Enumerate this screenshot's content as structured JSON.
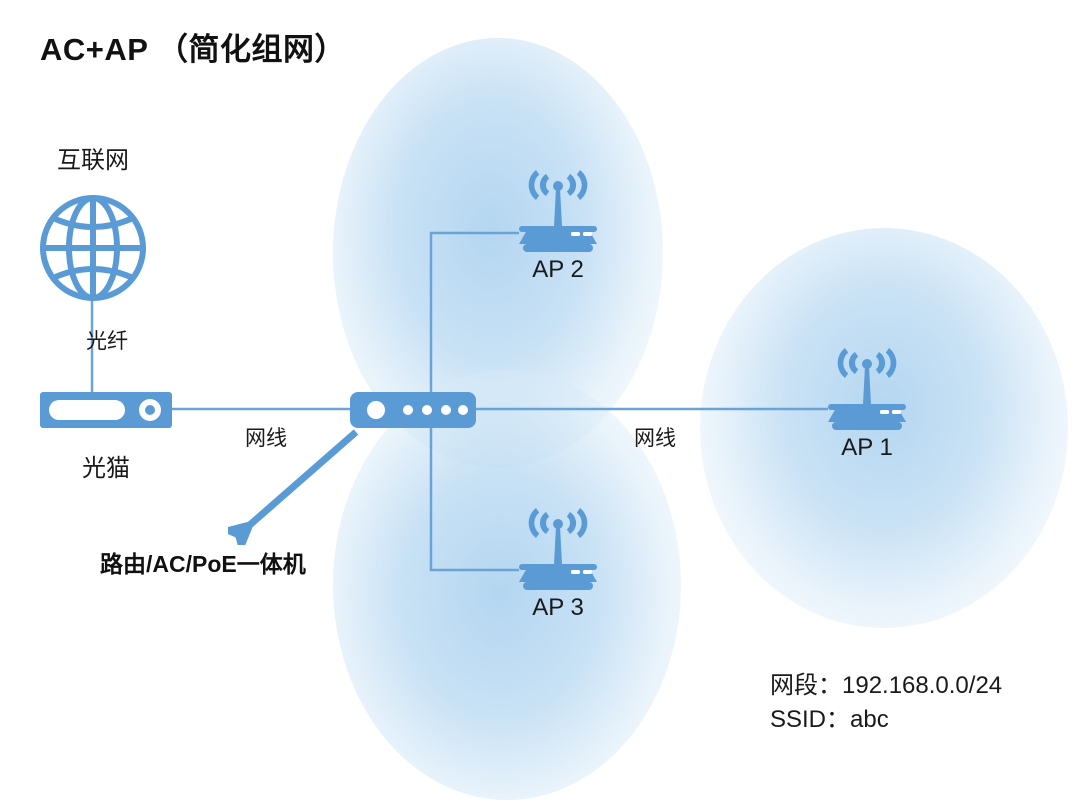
{
  "title": "AC+AP （简化组网）",
  "colors": {
    "device_blue": "#5b9bd5",
    "link_blue": "#6ba3d6",
    "coverage_blue": "#bcd7ef",
    "arrow_blue": "#5b9bd5",
    "text_dark": "#1a1a1a"
  },
  "nodes": {
    "internet": {
      "label": "互联网",
      "icon": "globe-icon"
    },
    "modem": {
      "label": "光猫",
      "icon": "modem-icon"
    },
    "router": {
      "icon": "router-switch-icon",
      "annotation": "路由/AC/PoE一体机"
    },
    "ap1": {
      "label": "AP 1",
      "icon": "wireless-ap-icon"
    },
    "ap2": {
      "label": "AP 2",
      "icon": "wireless-ap-icon"
    },
    "ap3": {
      "label": "AP 3",
      "icon": "wireless-ap-icon"
    }
  },
  "links": {
    "fiber_label": "光纤",
    "ethernet_label_left": "网线",
    "ethernet_label_right": "网线"
  },
  "info": {
    "subnet": "网段：192.168.0.0/24",
    "ssid": "SSID：abc"
  }
}
